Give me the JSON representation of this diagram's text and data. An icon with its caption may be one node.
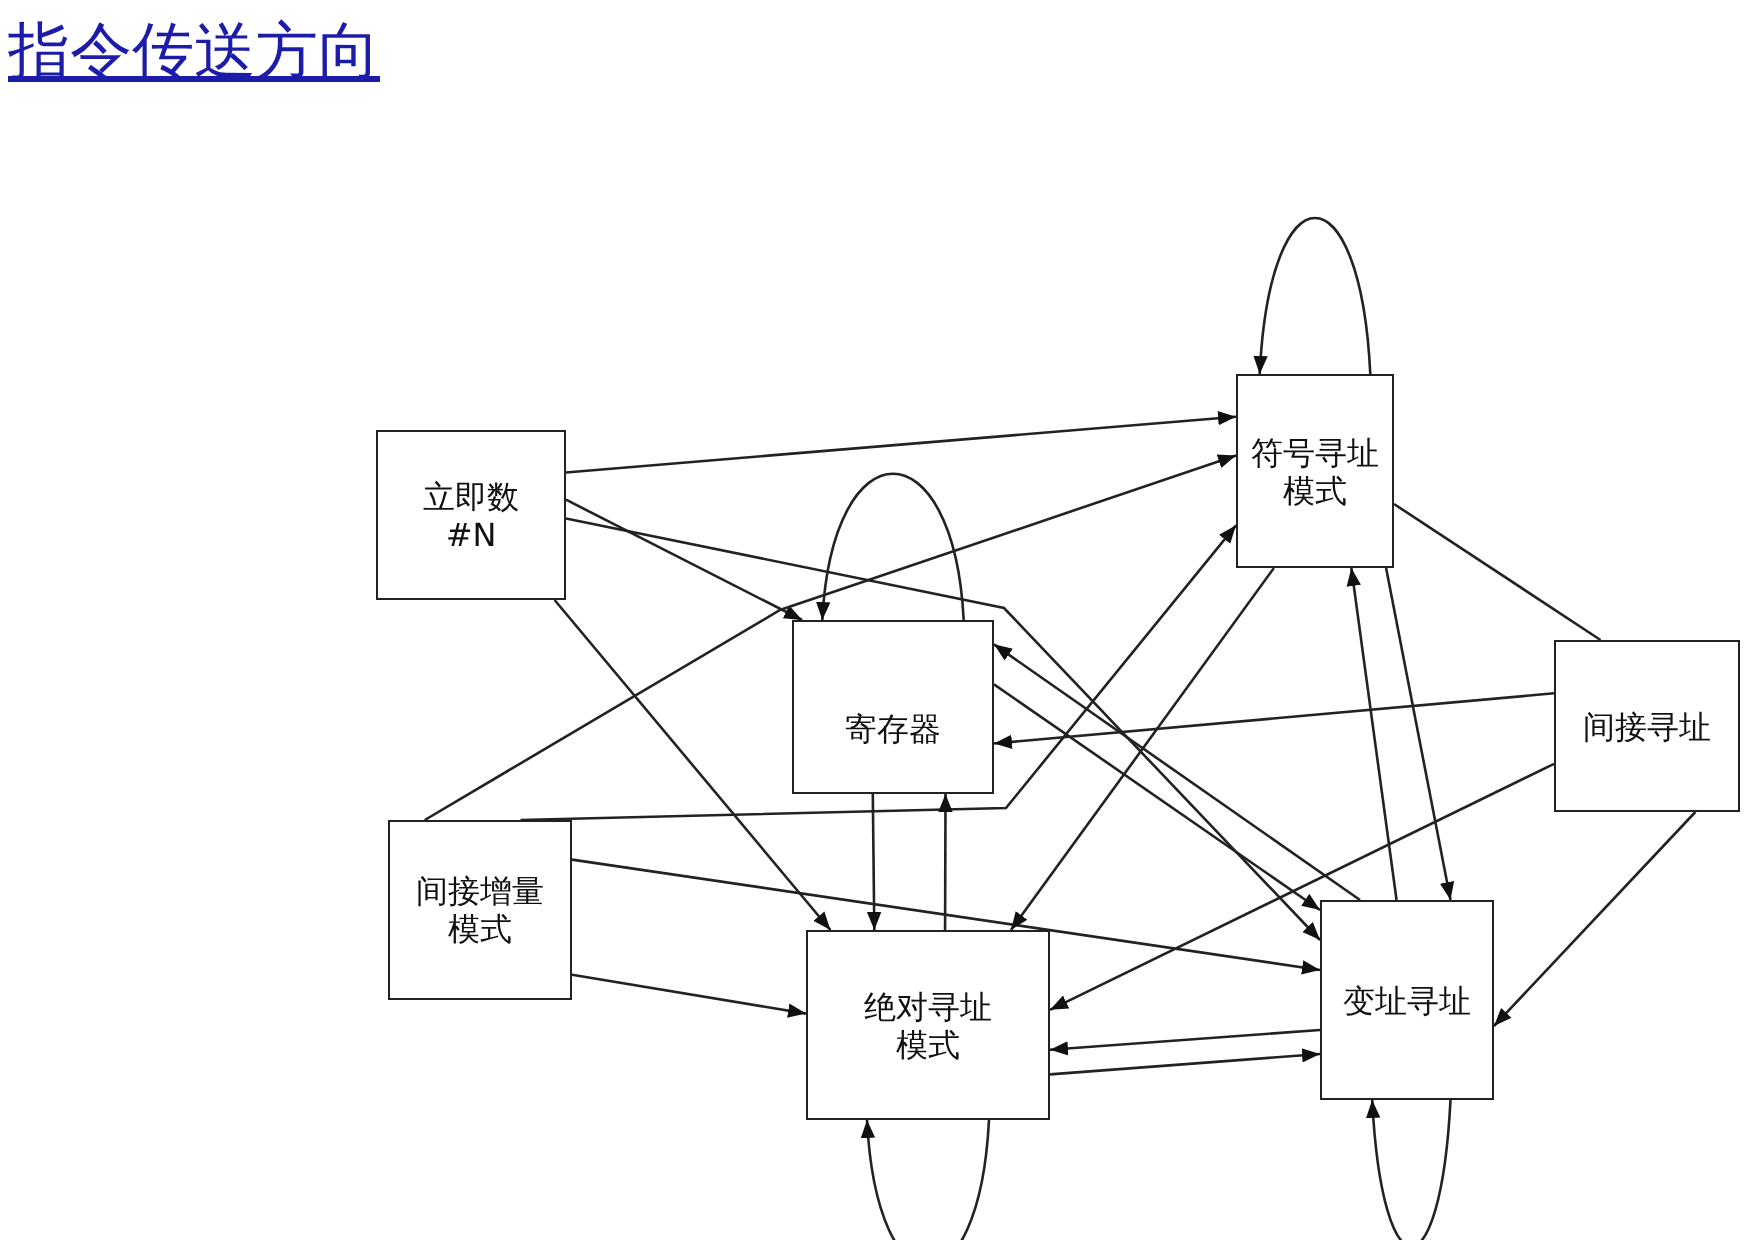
{
  "diagram": {
    "title": "指令传送方向",
    "nodes": [
      {
        "text": [
          "立即数",
          "#N"
        ]
      },
      {
        "text": [
          "符号寻址模式"
        ]
      },
      {
        "text": [
          "寄存器"
        ]
      },
      {
        "text": [
          "间接寻址"
        ]
      },
      {
        "text": [
          "间接增量模式"
        ]
      },
      {
        "text": [
          "绝对寻址模式"
        ]
      },
      {
        "text": [
          "变址寻址"
        ]
      }
    ],
    "edges": [
      {
        "from": 0,
        "to": 1,
        "arrow": "to"
      },
      {
        "from": 0,
        "to": 2,
        "arrow": "to"
      },
      {
        "from": 0,
        "to": 5,
        "arrow": "to"
      },
      {
        "from": 0,
        "to": 6,
        "arrow": "to"
      },
      {
        "from": 2,
        "to": 2,
        "arrow": "to"
      },
      {
        "from": 4,
        "to": 1,
        "arrow": "to"
      },
      {
        "from": 4,
        "to": 1,
        "arrow": "to"
      },
      {
        "from": 2,
        "to": 5,
        "arrow": "to"
      },
      {
        "from": 5,
        "to": 2,
        "arrow": "to"
      },
      {
        "from": 4,
        "to": 6,
        "arrow": "to"
      },
      {
        "from": 4,
        "to": 5,
        "arrow": "to"
      },
      {
        "from": 1,
        "to": 1,
        "arrow": "to"
      },
      {
        "from": 1,
        "to": 5,
        "arrow": "to"
      },
      {
        "from": 1,
        "to": 6,
        "arrow": "to"
      },
      {
        "from": 6,
        "to": 1,
        "arrow": "to"
      },
      {
        "from": 1,
        "to": 3,
        "arrow": "none"
      },
      {
        "from": 3,
        "to": 2,
        "arrow": "to"
      },
      {
        "from": 3,
        "to": 5,
        "arrow": "to"
      },
      {
        "from": 3,
        "to": 6,
        "arrow": "to"
      },
      {
        "from": 6,
        "to": 2,
        "arrow": "to"
      },
      {
        "from": 2,
        "to": 6,
        "arrow": "to"
      },
      {
        "from": 6,
        "to": 5,
        "arrow": "to"
      },
      {
        "from": 5,
        "to": 6,
        "arrow": "to"
      },
      {
        "from": 5,
        "to": 5,
        "arrow": "to"
      },
      {
        "from": 6,
        "to": 6,
        "arrow": "to"
      }
    ]
  }
}
